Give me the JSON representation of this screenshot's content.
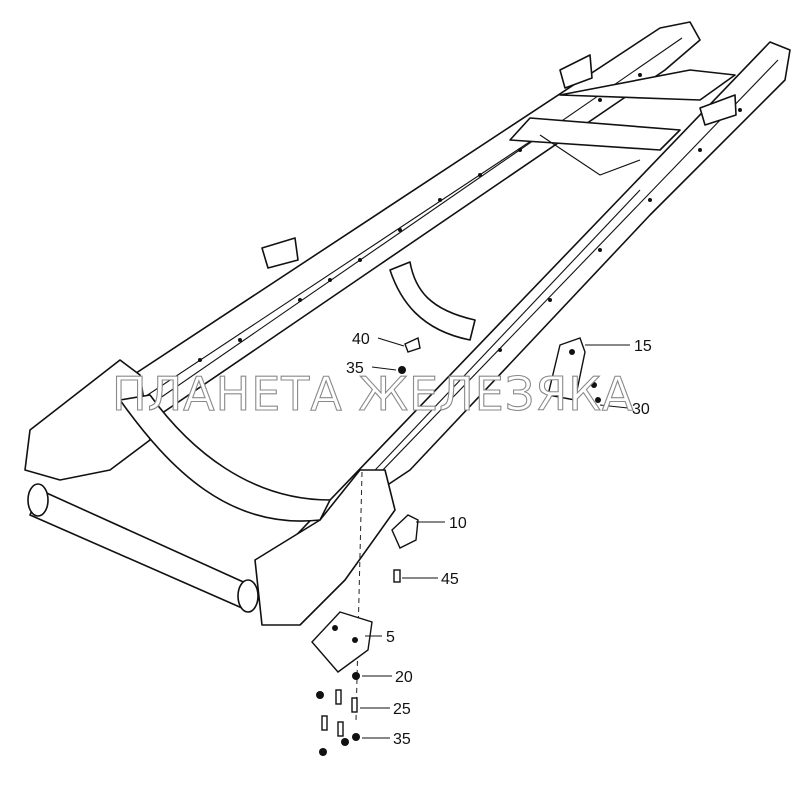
{
  "watermark": "ПЛАНЕТА ЖЕЛЕЗЯКА",
  "callouts": {
    "c15": "15",
    "c40": "40",
    "c35a": "35",
    "c30": "30",
    "c10": "10",
    "c45": "45",
    "c5": "5",
    "c20": "20",
    "c25": "25",
    "c35b": "35"
  },
  "colors": {
    "line": "#111111",
    "watermark_stroke": "#8a8a8a"
  }
}
